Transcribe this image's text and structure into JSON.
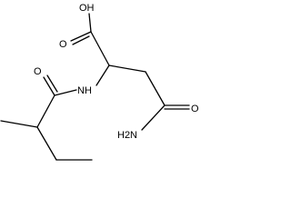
{
  "molecule": {
    "atom_labels": {
      "oh": "OH",
      "acid_carbonyl_o": "O",
      "amide_left_o": "O",
      "nh": "NH",
      "amide_right_o": "O",
      "nh2": "H2N"
    }
  }
}
